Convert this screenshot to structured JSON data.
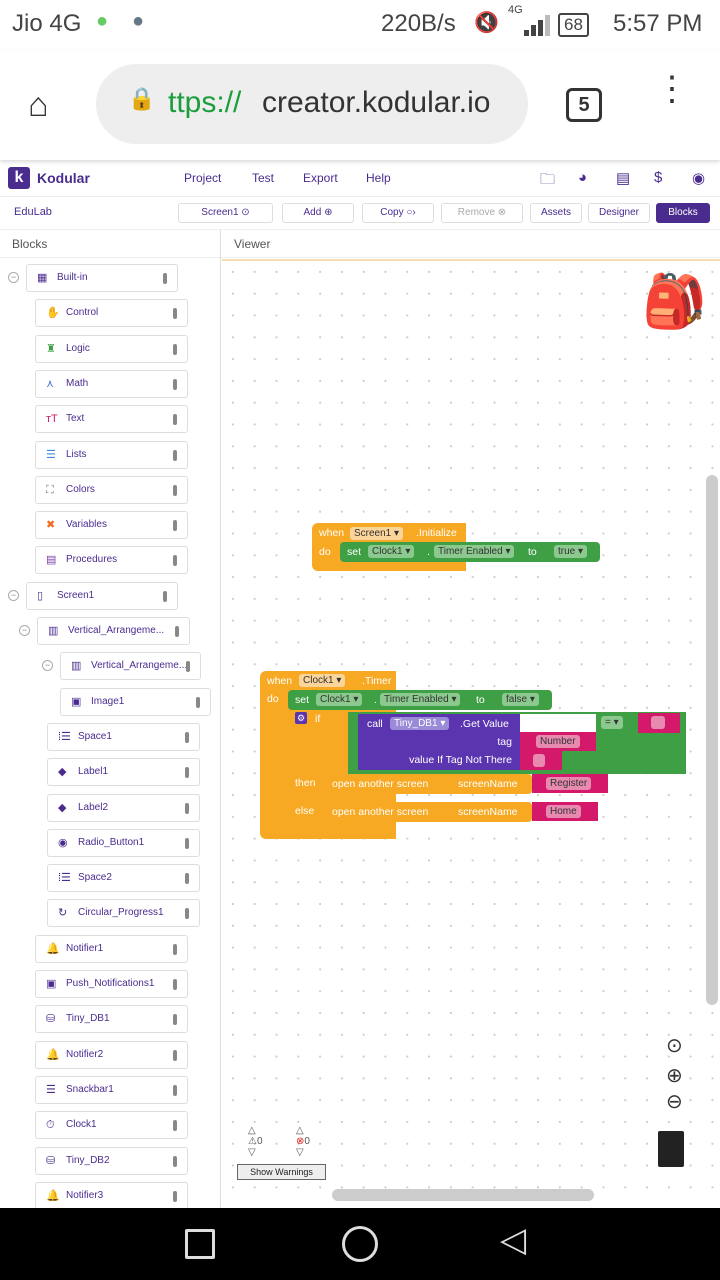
{
  "status": {
    "carrier": "Jio 4G",
    "speed": "220B/s",
    "network": "4G",
    "battery": "68",
    "time": "5:57 PM"
  },
  "browser": {
    "url_prefix": "ttps://",
    "url_host": "creator.kodular.io",
    "tab_count": "5"
  },
  "header": {
    "brand": "Kodular",
    "menu": [
      "Project",
      "Test",
      "Export",
      "Help"
    ]
  },
  "toolbar": {
    "project": "EduLab",
    "screen": "Screen1",
    "add": "Add",
    "copy": "Copy",
    "remove": "Remove",
    "assets": "Assets",
    "designer": "Designer",
    "blocks": "Blocks"
  },
  "panes": {
    "blocks": "Blocks",
    "viewer": "Viewer"
  },
  "tree": [
    {
      "label": "Built-in",
      "icon": "▦",
      "color": "#4a2c8f",
      "level": 0,
      "toggle": "−"
    },
    {
      "label": "Control",
      "icon": "✋",
      "color": "#f7a923",
      "level": 1
    },
    {
      "label": "Logic",
      "icon": "♜",
      "color": "#3f9f45",
      "level": 1
    },
    {
      "label": "Math",
      "icon": "⋏",
      "color": "#3d6fd8",
      "level": 1
    },
    {
      "label": "Text",
      "icon": "ᴛT",
      "color": "#d5196a",
      "level": 1
    },
    {
      "label": "Lists",
      "icon": "☰",
      "color": "#3d8bd8",
      "level": 1
    },
    {
      "label": "Colors",
      "icon": "⛶",
      "color": "#777",
      "level": 1
    },
    {
      "label": "Variables",
      "icon": "✖",
      "color": "#f06b1d",
      "level": 1
    },
    {
      "label": "Procedures",
      "icon": "▤",
      "color": "#7c3aaa",
      "level": 1
    },
    {
      "label": "Screen1",
      "icon": "▯",
      "color": "#4a2c8f",
      "level": 0,
      "toggle": "−"
    },
    {
      "label": "Vertical_Arrangeme...",
      "icon": "▥",
      "color": "#4a2c8f",
      "level": 1,
      "toggle": "−"
    },
    {
      "label": "Vertical_Arrangeme...",
      "icon": "▥",
      "color": "#4a2c8f",
      "level": 2,
      "toggle": "−"
    },
    {
      "label": "Image1",
      "icon": "▣",
      "color": "#4a2c8f",
      "level": 3
    },
    {
      "label": "Space1",
      "icon": "⁞☰",
      "color": "#4a2c8f",
      "level": 2
    },
    {
      "label": "Label1",
      "icon": "◆",
      "color": "#4a2c8f",
      "level": 2
    },
    {
      "label": "Label2",
      "icon": "◆",
      "color": "#4a2c8f",
      "level": 2
    },
    {
      "label": "Radio_Button1",
      "icon": "◉",
      "color": "#4a2c8f",
      "level": 2
    },
    {
      "label": "Space2",
      "icon": "⁞☰",
      "color": "#4a2c8f",
      "level": 2
    },
    {
      "label": "Circular_Progress1",
      "icon": "↻",
      "color": "#4a2c8f",
      "level": 2
    },
    {
      "label": "Notifier1",
      "icon": "🔔",
      "color": "#4a2c8f",
      "level": 1
    },
    {
      "label": "Push_Notifications1",
      "icon": "▣",
      "color": "#4a2c8f",
      "level": 1
    },
    {
      "label": "Tiny_DB1",
      "icon": "⛁",
      "color": "#4a2c8f",
      "level": 1
    },
    {
      "label": "Notifier2",
      "icon": "🔔",
      "color": "#4a2c8f",
      "level": 1
    },
    {
      "label": "Snackbar1",
      "icon": "☰",
      "color": "#4a2c8f",
      "level": 1
    },
    {
      "label": "Clock1",
      "icon": "⏱",
      "color": "#4a2c8f",
      "level": 1
    },
    {
      "label": "Tiny_DB2",
      "icon": "⛁",
      "color": "#4a2c8f",
      "level": 1
    },
    {
      "label": "Notifier3",
      "icon": "🔔",
      "color": "#4a2c8f",
      "level": 1
    }
  ],
  "blocks": {
    "init": {
      "when": "when",
      "component": "Screen1",
      "event": ".Initialize",
      "do": "do",
      "set": "set",
      "target": "Clock1",
      "dot": ".",
      "prop": "Timer Enabled",
      "to": "to",
      "value": "true"
    },
    "timer": {
      "when": "when",
      "component": "Clock1",
      "event": ".Timer",
      "do": "do",
      "set": "set",
      "target": "Clock1",
      "dot": ".",
      "prop": "Timer Enabled",
      "to": "to",
      "value": "false",
      "if": "if",
      "call": "call",
      "db": "Tiny_DB1",
      "method": ".Get Value",
      "tag_label": "tag",
      "tag": "Number",
      "vitnt": "value If Tag Not There",
      "eq": "=",
      "then": "then",
      "else": "else",
      "open": "open another screen",
      "screenName": "screenName",
      "then_screen": "Register",
      "else_screen": "Home"
    }
  },
  "warnings": {
    "warn_count": "0",
    "error_count": "0",
    "button": "Show Warnings"
  }
}
